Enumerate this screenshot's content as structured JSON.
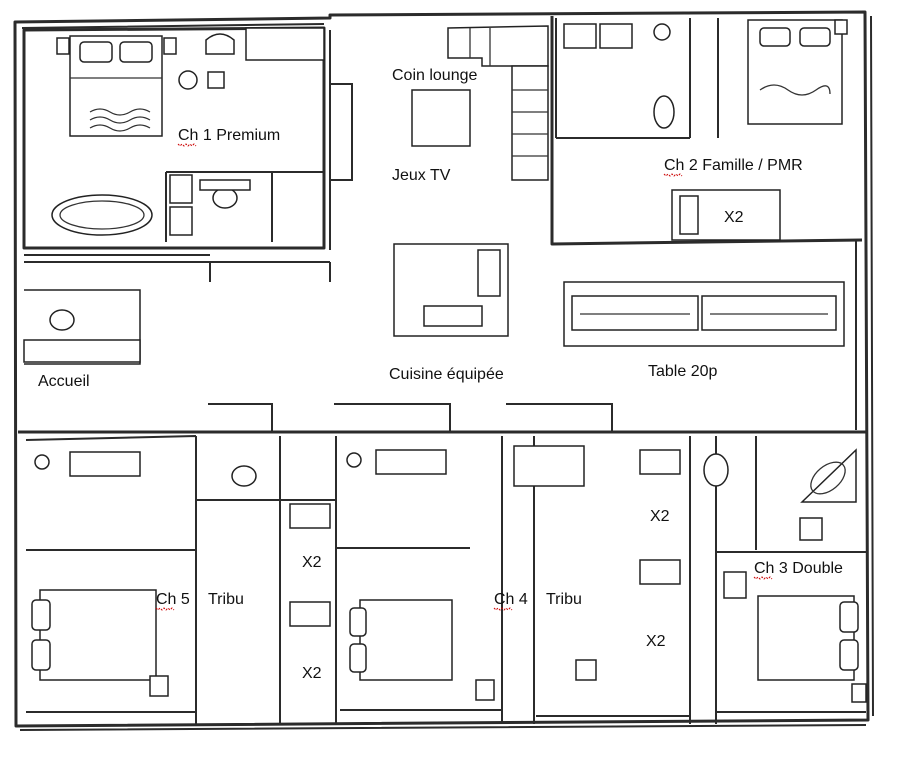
{
  "labels": {
    "ch1": "Ch 1 Premium",
    "coin_lounge": "Coin lounge",
    "jeux_tv": "Jeux TV",
    "ch2": "Ch 2 Famille / PMR",
    "ch2_x2": "X2",
    "accueil": "Accueil",
    "cuisine": "Cuisine équipée",
    "table": "Table 20p",
    "ch5": "Ch 5",
    "ch5_tribu": "Tribu",
    "ch4": "Ch 4",
    "ch4_tribu": "Tribu",
    "ch3": "Ch 3 Double",
    "x2_left_a": "X2",
    "x2_left_b": "X2",
    "x2_right_a": "X2",
    "x2_right_b": "X2"
  }
}
